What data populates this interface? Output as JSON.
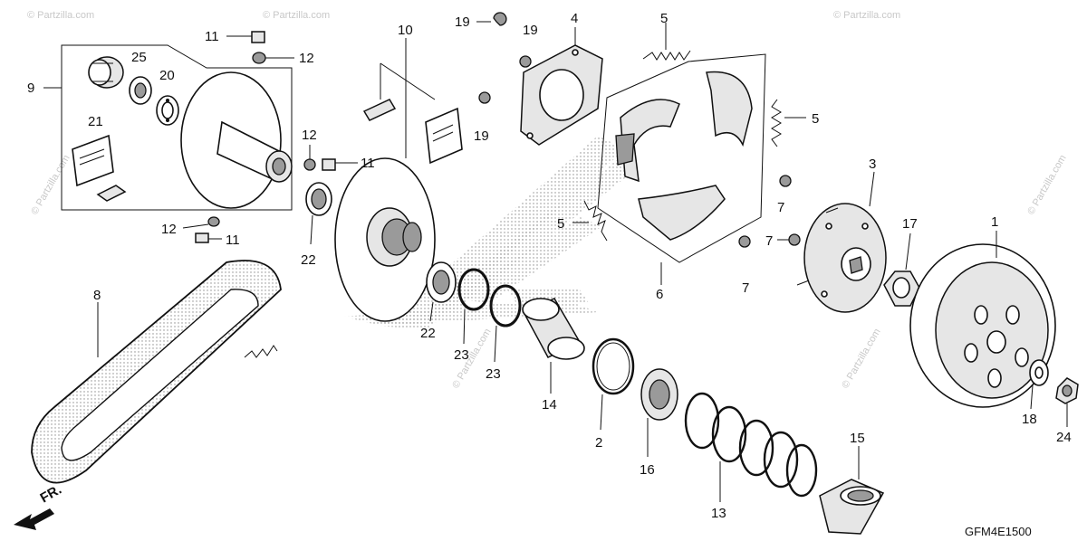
{
  "diagram_code": "GFM4E1500",
  "watermark": "© Partzilla.com",
  "direction_label": "FR.",
  "callouts": {
    "c1": "1",
    "c2": "2",
    "c3": "3",
    "c4": "4",
    "c5a": "5",
    "c5b": "5",
    "c5c": "5",
    "c6": "6",
    "c7a": "7",
    "c7b": "7",
    "c7c": "7",
    "c8": "8",
    "c9": "9",
    "c10": "10",
    "c11a": "11",
    "c11b": "11",
    "c11c": "11",
    "c12a": "12",
    "c12b": "12",
    "c12c": "12",
    "c13": "13",
    "c14": "14",
    "c15": "15",
    "c16": "16",
    "c17": "17",
    "c18": "18",
    "c19a": "19",
    "c19b": "19",
    "c19c": "19",
    "c20": "20",
    "c21": "21",
    "c22a": "22",
    "c22b": "22",
    "c23a": "23",
    "c23b": "23",
    "c24": "24",
    "c25": "25"
  },
  "colors": {
    "ink": "#111111",
    "background": "#ffffff",
    "watermark": "#c8c8c8"
  }
}
